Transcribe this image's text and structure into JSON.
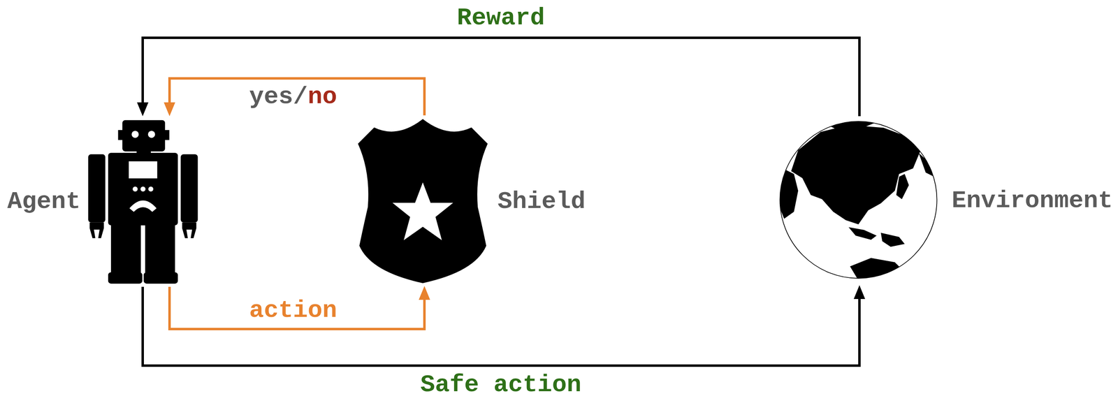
{
  "diagram": {
    "nodes": [
      {
        "text": [
          "Agent"
        ]
      },
      {
        "text": [
          "Shield"
        ]
      },
      {
        "text": [
          "Environment"
        ]
      }
    ],
    "edges": [
      {
        "from": 0,
        "to": 2,
        "arrow": "to",
        "label": "Safe action"
      },
      {
        "from": 2,
        "to": 0,
        "arrow": "to",
        "label": "Reward"
      },
      {
        "from": 0,
        "to": 1,
        "arrow": "to",
        "label": "action"
      },
      {
        "from": 1,
        "to": 0,
        "arrow": "to",
        "label": "yes/no"
      }
    ]
  }
}
